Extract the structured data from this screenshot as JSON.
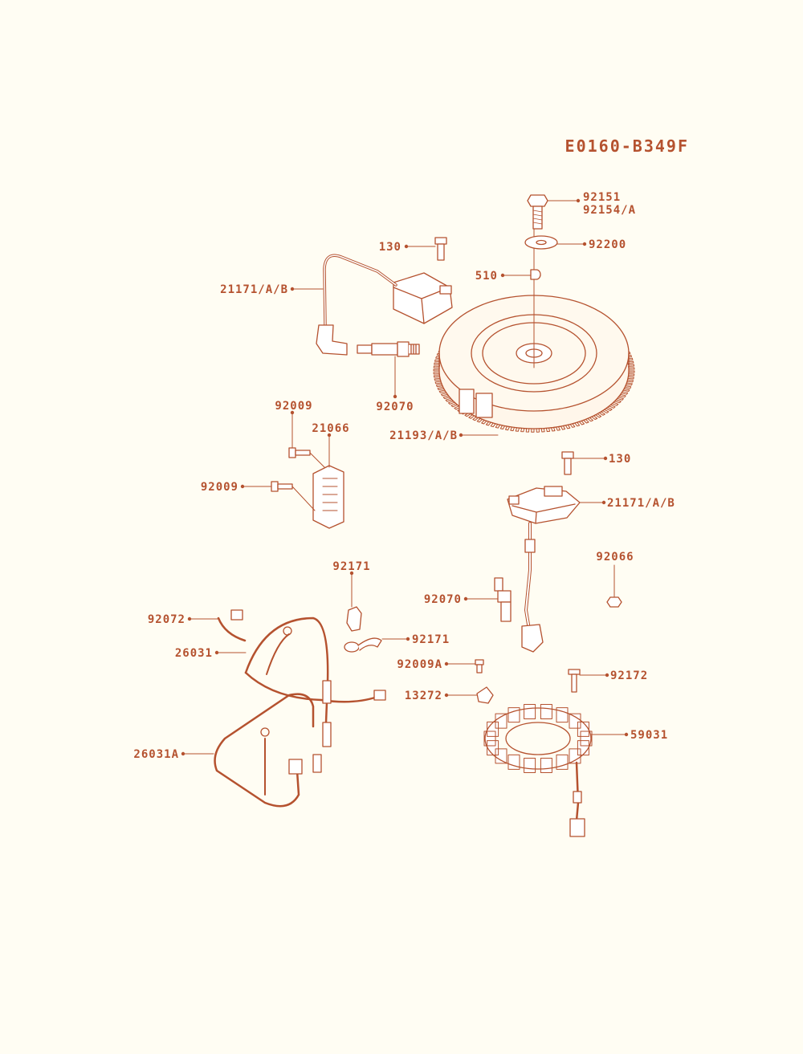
{
  "diagram": {
    "code": "E0160-B349F",
    "ink_color": "#b5522f",
    "background": "#fffdf3",
    "callouts": {
      "bolt_top": [
        "92151",
        "92154/A"
      ],
      "washer": "92200",
      "key": "510",
      "coil_screw_upper": "130",
      "coil_upper": "21171/A/B",
      "spark_plug_upper": "92070",
      "flywheel": "21193/A/B",
      "regulator_screw_a": "92009",
      "regulator": "21066",
      "regulator_screw_b": "92009",
      "coil_screw_lower": "130",
      "coil_lower": "21171/A/B",
      "nut": "92066",
      "clamp_small": "92171",
      "spark_plug_lower": "92070",
      "lead_wire": "92072",
      "clamp_ring": "92171",
      "harness": "26031",
      "screw_small": "92009A",
      "bracket": "13272",
      "stator_screw": "92172",
      "stator": "59031",
      "harness_a": "26031A"
    }
  }
}
